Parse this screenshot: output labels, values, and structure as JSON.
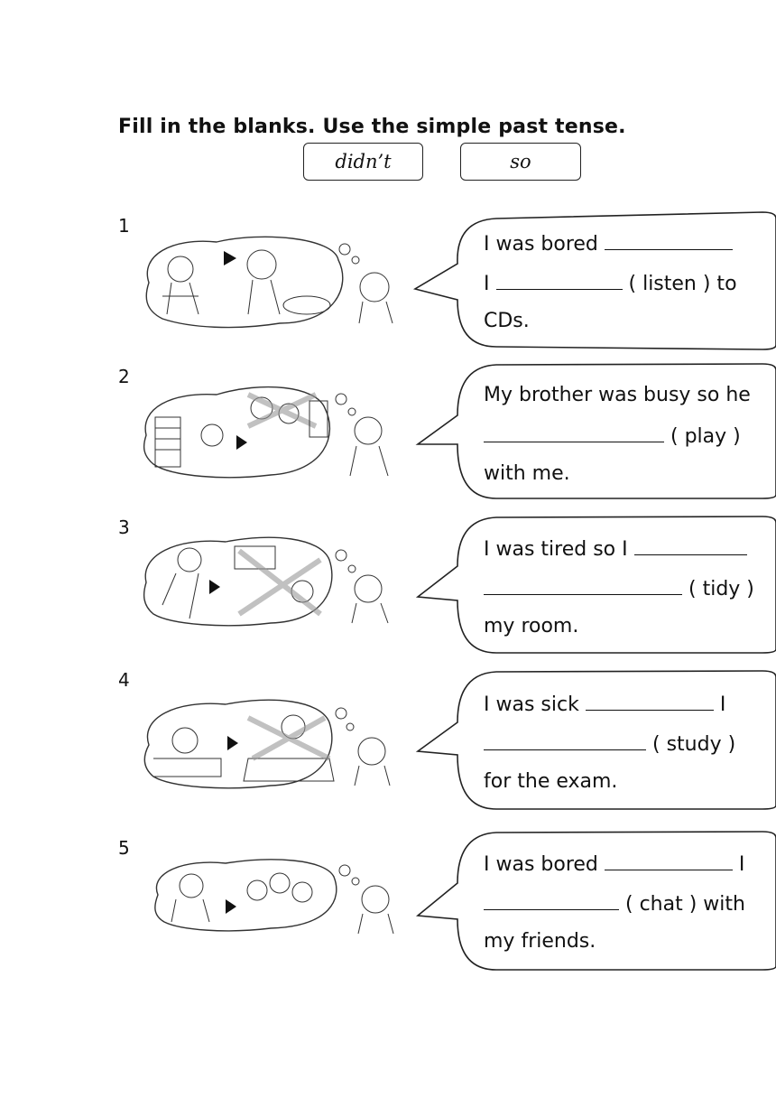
{
  "instruction": "Fill in the blanks. Use the simple past tense.",
  "word_bank": [
    "didn’t",
    "so"
  ],
  "items": [
    {
      "number": "1",
      "lines": [
        {
          "pre": "I was bored",
          "post": ""
        },
        {
          "pre": "I",
          "post": "( listen ) to"
        },
        {
          "pre": "CDs.",
          "post": ""
        }
      ]
    },
    {
      "number": "2",
      "lines": [
        {
          "pre": "My brother was busy so he",
          "post": ""
        },
        {
          "pre": "",
          "post": "( play )"
        },
        {
          "pre": "with me.",
          "post": ""
        }
      ]
    },
    {
      "number": "3",
      "lines": [
        {
          "pre": "I was tired so I",
          "post": ""
        },
        {
          "pre": "",
          "post": "( tidy )"
        },
        {
          "pre": "my room.",
          "post": ""
        }
      ]
    },
    {
      "number": "4",
      "lines": [
        {
          "pre": "I was sick",
          "post": "I"
        },
        {
          "pre": "",
          "post": "( study )"
        },
        {
          "pre": "for the exam.",
          "post": ""
        }
      ]
    },
    {
      "number": "5",
      "lines": [
        {
          "pre": "I was bored",
          "post": "I"
        },
        {
          "pre": "",
          "post": "( chat ) with"
        },
        {
          "pre": "my friends.",
          "post": ""
        }
      ]
    }
  ]
}
